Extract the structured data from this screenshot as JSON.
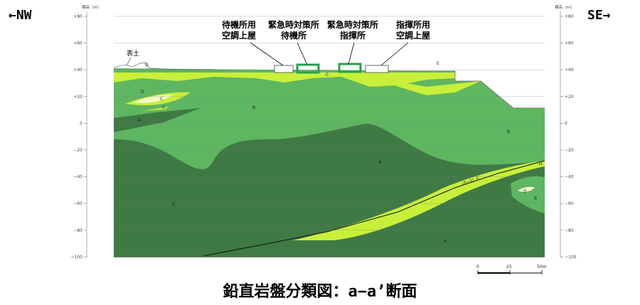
{
  "direction": {
    "left": "←NW",
    "right": "SE→"
  },
  "axis": {
    "label_left": "標高（m）",
    "label_right": "標高（m）",
    "ticks": [
      "+80",
      "+60",
      "+40",
      "+20",
      "0",
      "−20",
      "−40",
      "−60",
      "−80",
      "−100"
    ]
  },
  "buildings": [
    {
      "line1": "待機所用",
      "line2": "空調上屋"
    },
    {
      "line1": "緊急時対策所",
      "line2": "待機所"
    },
    {
      "line1": "緊急時対策所",
      "line2": "指揮所"
    },
    {
      "line1": "指揮所用",
      "line2": "空調上屋"
    }
  ],
  "labels": {
    "topsoil": "表土",
    "fault": "（F−1）C"
  },
  "zones": {
    "a": "A",
    "b": "B",
    "c": "C",
    "d": "D",
    "e": "E"
  },
  "scale_bar": {
    "t0": "0",
    "t1": "25",
    "t2": "50m"
  },
  "title": "鉛直岩盤分類図：a−a’断面",
  "colors": {
    "class_a": "#3f7a45",
    "class_b": "#5fb661",
    "class_c": "#c8f03a",
    "class_d": "#f4f9c6",
    "outline": "#24a24a",
    "grid": "#7a7a7a"
  }
}
